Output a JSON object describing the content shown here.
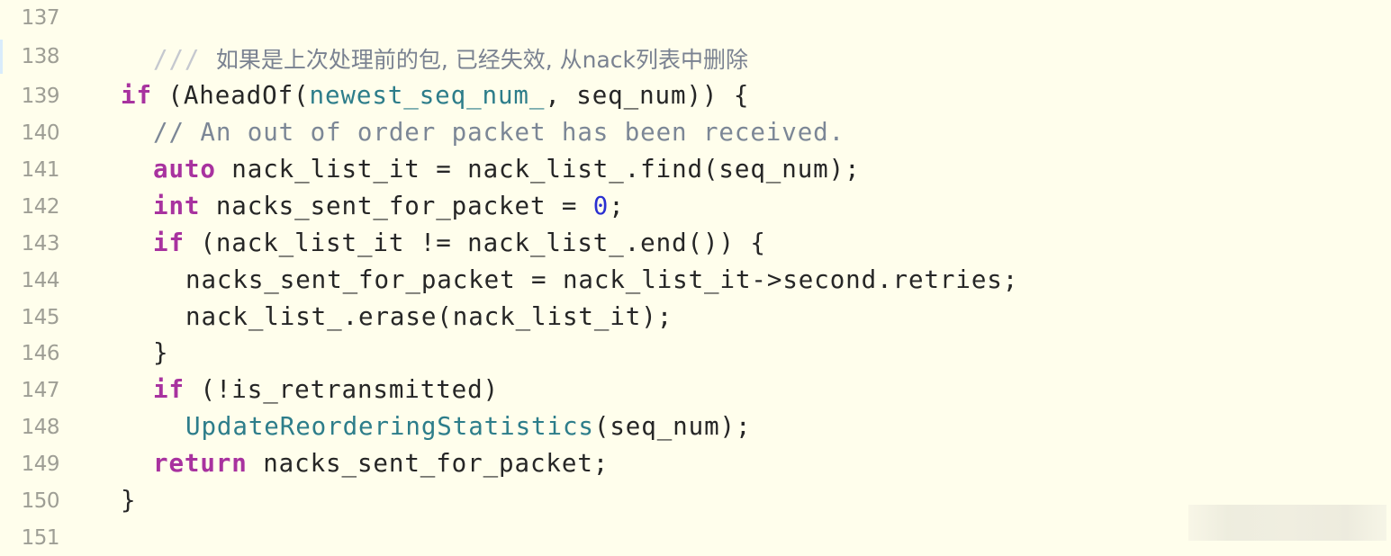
{
  "editor": {
    "background": "#fffeec",
    "colors": {
      "keyword": "#a8329f",
      "function": "#2d7d8a",
      "number": "#2a2fd1",
      "comment": "#7c8796",
      "text": "#262626",
      "line_number": "#9e9e95"
    },
    "lines": [
      {
        "number": "137",
        "indent": "",
        "tokens": []
      },
      {
        "number": "138",
        "indent": "  ",
        "tokens": [
          {
            "type": "comment-slash",
            "text": "/// "
          },
          {
            "type": "comment-cn",
            "text": "如果是上次处理前的包, 已经失效, 从nack列表中删除"
          }
        ]
      },
      {
        "number": "139",
        "indent": "",
        "tokens": [
          {
            "type": "keyword",
            "text": "if"
          },
          {
            "type": "plain",
            "text": " (AheadOf("
          },
          {
            "type": "function",
            "text": "newest_seq_num_"
          },
          {
            "type": "plain",
            "text": ", seq_num)) {"
          }
        ]
      },
      {
        "number": "140",
        "indent": "  ",
        "tokens": [
          {
            "type": "comment",
            "text": "// An out of order packet has been received."
          }
        ]
      },
      {
        "number": "141",
        "indent": "  ",
        "tokens": [
          {
            "type": "keyword",
            "text": "auto"
          },
          {
            "type": "plain",
            "text": " nack_list_it = nack_list_.find(seq_num);"
          }
        ]
      },
      {
        "number": "142",
        "indent": "  ",
        "tokens": [
          {
            "type": "keyword",
            "text": "int"
          },
          {
            "type": "plain",
            "text": " nacks_sent_for_packet = "
          },
          {
            "type": "number",
            "text": "0"
          },
          {
            "type": "plain",
            "text": ";"
          }
        ]
      },
      {
        "number": "143",
        "indent": "  ",
        "tokens": [
          {
            "type": "keyword",
            "text": "if"
          },
          {
            "type": "plain",
            "text": " (nack_list_it != nack_list_.end()) {"
          }
        ]
      },
      {
        "number": "144",
        "indent": "    ",
        "tokens": [
          {
            "type": "plain",
            "text": "nacks_sent_for_packet = nack_list_it->second.retries;"
          }
        ]
      },
      {
        "number": "145",
        "indent": "    ",
        "tokens": [
          {
            "type": "plain",
            "text": "nack_list_.erase(nack_list_it);"
          }
        ]
      },
      {
        "number": "146",
        "indent": "  ",
        "tokens": [
          {
            "type": "plain",
            "text": "}"
          }
        ]
      },
      {
        "number": "147",
        "indent": "  ",
        "tokens": [
          {
            "type": "keyword",
            "text": "if"
          },
          {
            "type": "plain",
            "text": " (!is_retransmitted)"
          }
        ]
      },
      {
        "number": "148",
        "indent": "    ",
        "tokens": [
          {
            "type": "function",
            "text": "UpdateReorderingStatistics"
          },
          {
            "type": "plain",
            "text": "(seq_num);"
          }
        ]
      },
      {
        "number": "149",
        "indent": "  ",
        "tokens": [
          {
            "type": "keyword",
            "text": "return"
          },
          {
            "type": "plain",
            "text": " nacks_sent_for_packet;"
          }
        ]
      },
      {
        "number": "150",
        "indent": "",
        "tokens": [
          {
            "type": "plain",
            "text": "}"
          }
        ]
      },
      {
        "number": "151",
        "indent": "",
        "tokens": []
      }
    ]
  }
}
